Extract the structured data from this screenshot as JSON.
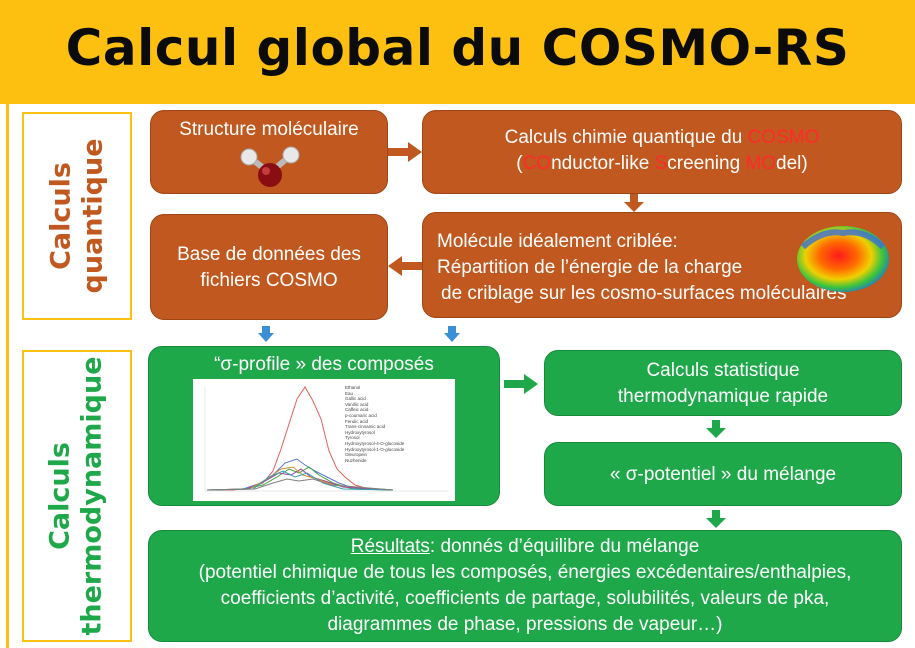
{
  "title": "Calcul global du COSMO-RS",
  "side_labels": {
    "quantum": {
      "line1": "Calculs",
      "line2": "quantique"
    },
    "thermo": {
      "line1": "Calculs",
      "line2": "thermodynamique"
    }
  },
  "boxes": {
    "structure": "Structure moléculaire",
    "quantum_calc": {
      "line1": "Calculs chimie quantique  du ",
      "line1_red": "COSMO",
      "line2_parts": [
        "(",
        "CO",
        "nductor-like ",
        "S",
        "creening ",
        "MO",
        "del)"
      ]
    },
    "database": {
      "line1": "Base de données des",
      "line2": "fichiers COSMO"
    },
    "screened": {
      "line1": "Molécule idéalement criblée:",
      "line2": "Répartition de l’énergie de la charge",
      "line3": "de criblage sur les cosmo-surfaces moléculaires"
    },
    "sigma_profile": "“σ-profile » des composés",
    "statistical": {
      "line1": "Calculs statistique",
      "line2": "thermodynamique rapide"
    },
    "sigma_potential": "« σ-potentiel » du mélange",
    "results": {
      "underlined": "Résultats",
      "line1_rest": ": donnés d’équilibre du mélange",
      "line2": "(potentiel chimique de tous les composés, énergies excédentaires/enthalpies,",
      "line3": "coefficients d’activité, coefficients de partage, solubilités, valeurs de pka,",
      "line4": "diagrammes de phase, pressions de vapeur…)"
    }
  },
  "legend": [
    "Ethanol",
    "Eau",
    "Gallic acid",
    "Vanillic acid",
    "Caffeic acid",
    "p-coumaric acid",
    "Ferulic acid",
    "Trans-cinnamic acid",
    "Hydroxytyrosol",
    "Tyrosol",
    "Hydroxytyrosol-4-O-glucoside",
    "Hydroxytyrosol-1-O-glucoside",
    "Oleuropein",
    "Nuzhenide"
  ],
  "colors": {
    "title_bg": "#fdc010",
    "brown": "#c0581f",
    "green": "#1fa84a",
    "red_text": "#ff2a2a",
    "arrow_blue": "#3b8fd6"
  }
}
